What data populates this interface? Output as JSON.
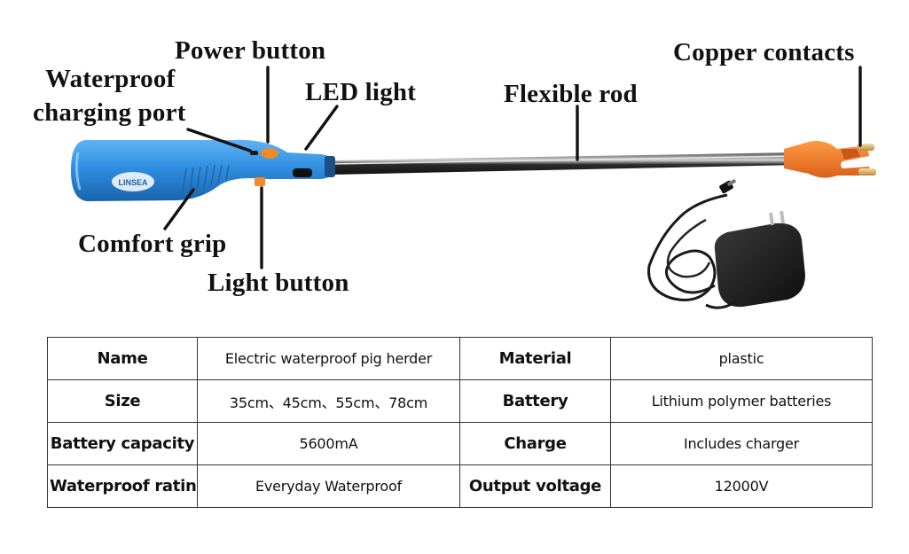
{
  "labels": {
    "power_button": "Power button",
    "waterproof_port_line1": "Waterproof",
    "waterproof_port_line2": "charging port",
    "led_light": "LED light",
    "flexible_rod": "Flexible rod",
    "copper_contacts": "Copper contacts",
    "comfort_grip": "Comfort grip",
    "light_button": "Light button"
  },
  "brand_mark": "LINSEA",
  "colors": {
    "handle_blue": "#2f8fe0",
    "button_orange": "#f08a28",
    "tip_orange": "#f47a25",
    "rod_dark": "#2b2b2b",
    "charger_black": "#1c1c1c"
  },
  "specs": {
    "rows": [
      [
        {
          "key": "Name",
          "value": "Electric waterproof pig herder"
        },
        {
          "key": "Material",
          "value": "plastic"
        }
      ],
      [
        {
          "key": "Size",
          "value": "35cm、45cm、55cm、78cm"
        },
        {
          "key": "Battery",
          "value": "Lithium polymer batteries"
        }
      ],
      [
        {
          "key": "Battery capacity",
          "value": "5600mA"
        },
        {
          "key": "Charge",
          "value": "Includes charger"
        }
      ],
      [
        {
          "key": "Waterproof rating",
          "value": "Everyday Waterproof"
        },
        {
          "key": "Output voltage",
          "value": "12000V"
        }
      ]
    ]
  }
}
